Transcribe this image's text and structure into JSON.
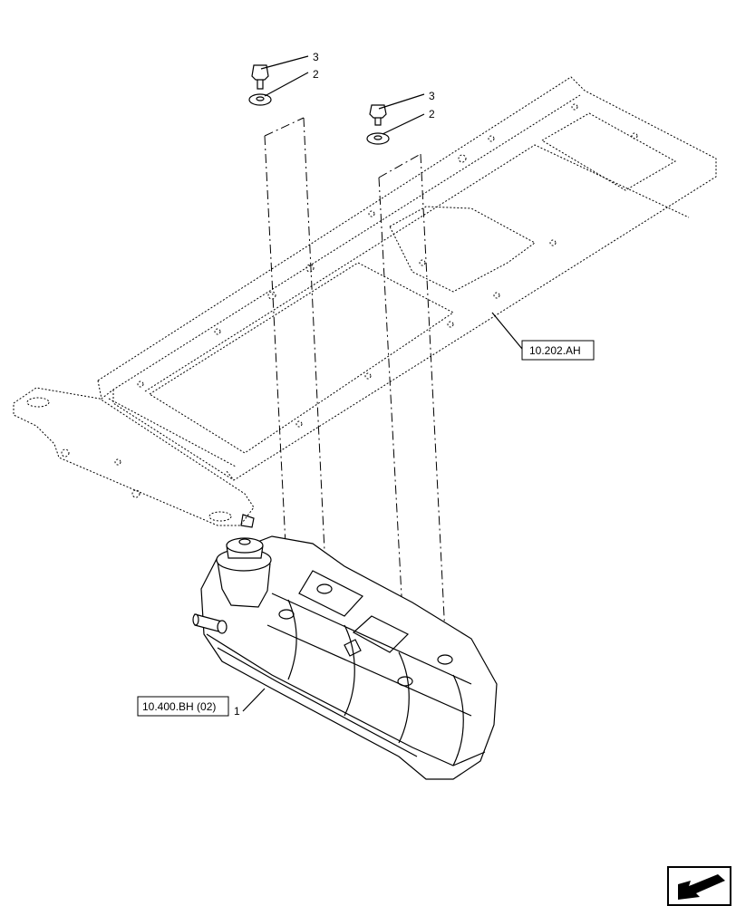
{
  "callouts": {
    "bolt_left": "3",
    "washer_left": "2",
    "bolt_right": "3",
    "washer_right": "2",
    "tank": "1"
  },
  "references": {
    "frame": "10.202.AH",
    "tank": "10.400.BH (02)"
  },
  "nav_icon": "arrow-down-left-icon"
}
